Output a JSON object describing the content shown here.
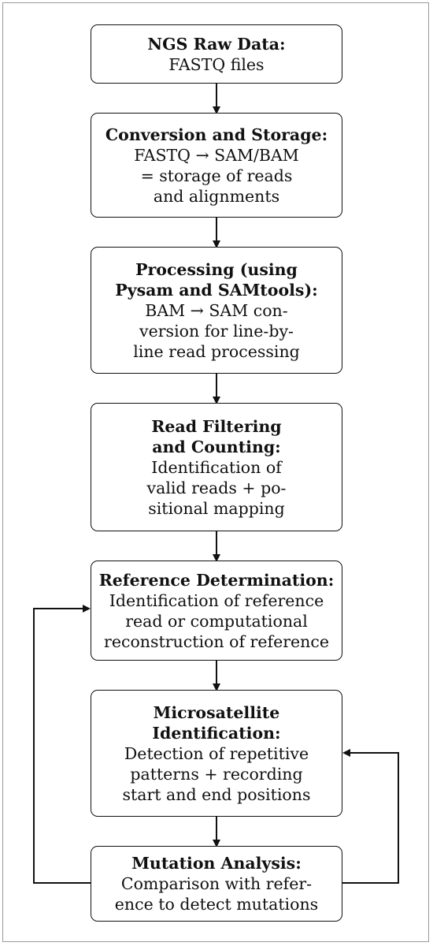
{
  "steps": [
    {
      "title": "NGS Raw Data:",
      "body": "FASTQ files"
    },
    {
      "title": "Conversion and Storage:",
      "body": "FASTQ → SAM/BAM\n= storage of reads\nand alignments"
    },
    {
      "title": "Processing (using\nPysam and SAMtools):",
      "body": "BAM → SAM con-\nversion for line-by-\nline read processing"
    },
    {
      "title": "Read Filtering\nand Counting:",
      "body": "Identification of\nvalid reads + po-\nsitional mapping"
    },
    {
      "title": "Reference Determination:",
      "body": "Identification of reference\nread or computational\nreconstruction of reference"
    },
    {
      "title": "Microsatellite\nIdentification:",
      "body": "Detection of repetitive\npatterns + recording\nstart and end positions"
    },
    {
      "title": "Mutation Analysis:",
      "body": "Comparison with refer-\nence to detect mutations"
    }
  ]
}
